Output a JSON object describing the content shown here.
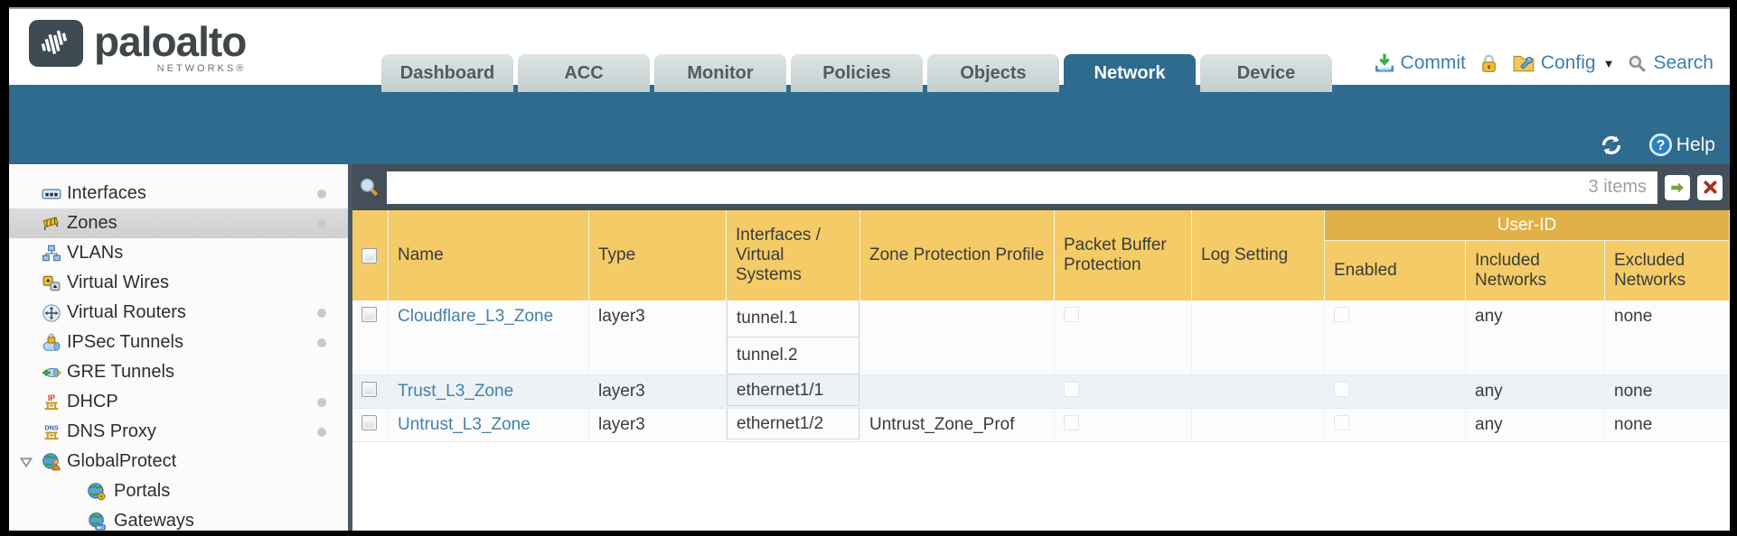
{
  "brand": {
    "name": "paloalto",
    "sub": "NETWORKS®"
  },
  "nav": {
    "tabs": [
      {
        "label": "Dashboard",
        "active": false
      },
      {
        "label": "ACC",
        "active": false
      },
      {
        "label": "Monitor",
        "active": false
      },
      {
        "label": "Policies",
        "active": false
      },
      {
        "label": "Objects",
        "active": false
      },
      {
        "label": "Network",
        "active": true
      },
      {
        "label": "Device",
        "active": false
      }
    ]
  },
  "utilities": {
    "commit_label": "Commit",
    "config_label": "Config",
    "search_label": "Search"
  },
  "band": {
    "help_label": "Help"
  },
  "toolbar": {
    "filter_value": "",
    "count": "3 items"
  },
  "sidebar": {
    "items": [
      {
        "label": "Interfaces",
        "icon": "interfaces-icon",
        "dot": true
      },
      {
        "label": "Zones",
        "icon": "zones-icon",
        "dot": true,
        "selected": true
      },
      {
        "label": "VLANs",
        "icon": "vlans-icon"
      },
      {
        "label": "Virtual Wires",
        "icon": "virtual-wires-icon"
      },
      {
        "label": "Virtual Routers",
        "icon": "virtual-routers-icon",
        "dot": true
      },
      {
        "label": "IPSec Tunnels",
        "icon": "ipsec-tunnels-icon",
        "dot": true
      },
      {
        "label": "GRE Tunnels",
        "icon": "gre-tunnels-icon"
      },
      {
        "label": "DHCP",
        "icon": "dhcp-icon",
        "dot": true
      },
      {
        "label": "DNS Proxy",
        "icon": "dns-proxy-icon",
        "dot": true
      },
      {
        "label": "GlobalProtect",
        "icon": "globalprotect-icon",
        "expanded": true
      },
      {
        "label": "Portals",
        "icon": "portals-icon",
        "child": true
      },
      {
        "label": "Gateways",
        "icon": "gateways-icon",
        "child": true
      }
    ]
  },
  "table": {
    "group_header": "User-ID",
    "columns": [
      "Name",
      "Type",
      "Interfaces / Virtual Systems",
      "Zone Protection Profile",
      "Packet Buffer Protection",
      "Log Setting",
      "Enabled",
      "Included Networks",
      "Excluded Networks"
    ],
    "rows": [
      {
        "name": "Cloudflare_L3_Zone",
        "type": "layer3",
        "interfaces": [
          "tunnel.1",
          "tunnel.2"
        ],
        "zone_protection_profile": "",
        "packet_buffer_protection": false,
        "log_setting": "",
        "user_id_enabled": false,
        "included_networks": "any",
        "excluded_networks": "none",
        "checked": false
      },
      {
        "name": "Trust_L3_Zone",
        "type": "layer3",
        "interfaces": [
          "ethernet1/1"
        ],
        "zone_protection_profile": "",
        "packet_buffer_protection": false,
        "log_setting": "",
        "user_id_enabled": false,
        "included_networks": "any",
        "excluded_networks": "none",
        "checked": false
      },
      {
        "name": "Untrust_L3_Zone",
        "type": "layer3",
        "interfaces": [
          "ethernet1/2"
        ],
        "zone_protection_profile": "Untrust_Zone_Prof",
        "packet_buffer_protection": false,
        "log_setting": "",
        "user_id_enabled": false,
        "included_networks": "any",
        "excluded_networks": "none",
        "checked": false
      }
    ]
  },
  "colors": {
    "teal": "#2f6b8e",
    "toolbar_slate": "#454f5a",
    "header_orange": "#f4cb66",
    "group_gold": "#dfb148",
    "link_blue": "#4282aa",
    "util_blue": "#3e7fad",
    "row_alt": "#edf2f7"
  }
}
